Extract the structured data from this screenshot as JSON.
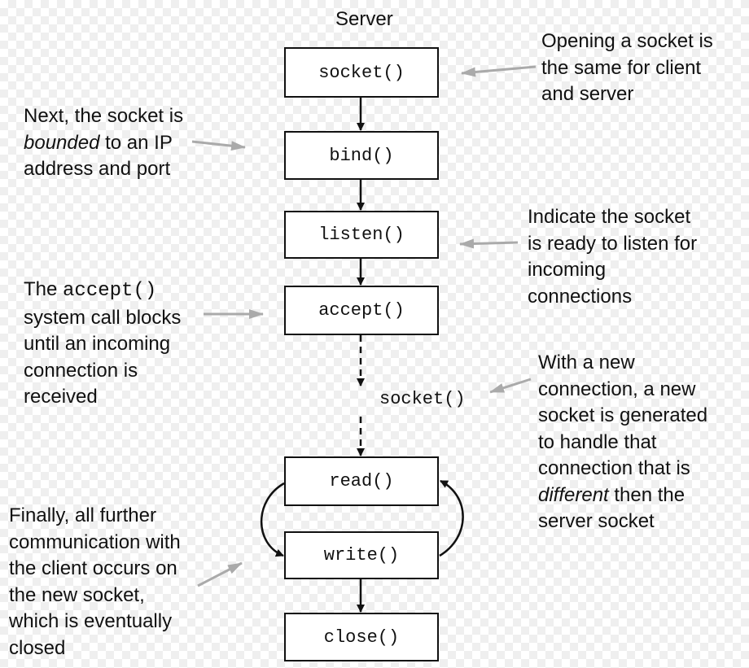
{
  "title": "Server",
  "colors": {
    "stroke": "#111111",
    "pointer": "#aaaaaa",
    "box_fill": "#ffffff"
  },
  "boxes": [
    {
      "label": "socket()"
    },
    {
      "label": "bind()"
    },
    {
      "label": "listen()"
    },
    {
      "label": "accept()"
    },
    {
      "label": "read()"
    },
    {
      "label": "write()"
    },
    {
      "label": "close()"
    }
  ],
  "floating_socket_label": "socket()",
  "notes": {
    "opening": [
      "Opening a socket is",
      "the same for client",
      "and server"
    ],
    "bound": {
      "l1": "Next, the socket is",
      "l2_italic": "bounded",
      "l2_rest": " to an IP",
      "l3": "address and port"
    },
    "listen": [
      "Indicate the socket",
      "is ready to listen for",
      "incoming",
      "connections"
    ],
    "accept": {
      "l1_pre": "The ",
      "l1_code": "accept()",
      "l2": "system call blocks",
      "l3": "until an incoming",
      "l4": "connection is",
      "l5": "received"
    },
    "new_socket": {
      "l1": "With a new",
      "l2": "connection, a new",
      "l3": "socket is generated",
      "l4": "to handle that",
      "l5": "connection that is",
      "l6_italic": "different",
      "l6_rest": " then the",
      "l7": "server socket"
    },
    "final": [
      "Finally, all further",
      "communication with",
      "the client occurs on",
      "the new socket,",
      "which is eventually",
      "closed"
    ]
  }
}
